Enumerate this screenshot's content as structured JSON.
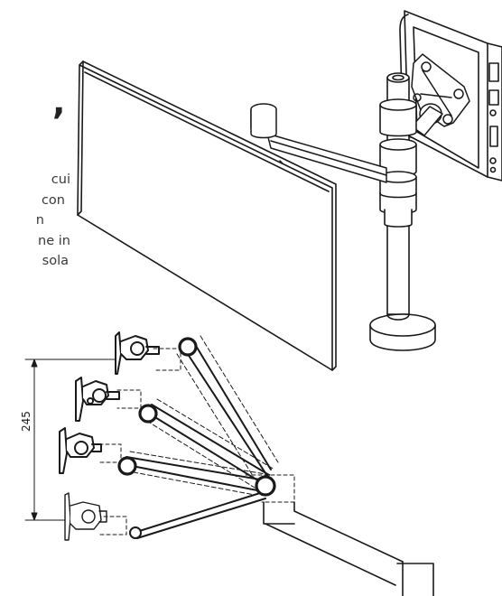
{
  "text_lines": [
    "cui",
    "con",
    "n",
    "ne in",
    "sola"
  ],
  "comma": ",",
  "dimension": {
    "value": "245"
  },
  "colors": {
    "line": "#1a1a1a",
    "text": "#3a3a3a",
    "background": "#ffffff"
  }
}
